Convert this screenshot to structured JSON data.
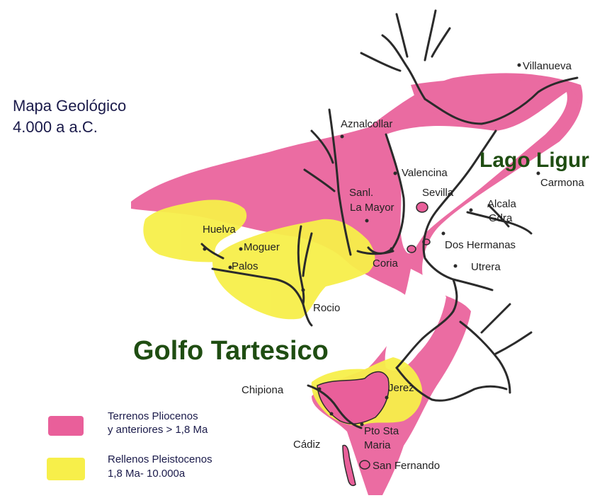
{
  "title": {
    "line1": "Mapa Geológico",
    "line2": "4.000 a a.C."
  },
  "water_bodies": {
    "lake": "Lago Ligur",
    "gulf": "Golfo Tartesico"
  },
  "places": {
    "villanueva": "Villanueva",
    "aznalcollar": "Aznalcollar",
    "valencina": "Valencina",
    "carmona": "Carmona",
    "sanlucar_1": "Sanl.",
    "sanlucar_2": "La Mayor",
    "sevilla": "Sevilla",
    "alcala_1": "Alcala",
    "alcala_2": "Gdra",
    "huelva": "Huelva",
    "moguer": "Moguer",
    "palos": "Palos",
    "dos_hermanas": "Dos Hermanas",
    "coria": "Coria",
    "utrera": "Utrera",
    "rocio": "Rocio",
    "chipiona": "Chipiona",
    "jerez": "Jerez",
    "cadiz": "Cádiz",
    "pto_sta_1": "Pto Sta",
    "pto_sta_2": "Maria",
    "san_fernando": "San Fernando"
  },
  "legend": {
    "pink_line1": "Terrenos Pliocenos",
    "pink_line2": "y anteriores > 1,8 Ma",
    "yellow_line1": "Rellenos Pleistocenos",
    "yellow_line2": "1,8 Ma- 10.000a"
  },
  "colors": {
    "pliocene": "#e95f9a",
    "pleistocene": "#f7ef4a",
    "river": "#2b2b2b",
    "title": "#1a1a4a",
    "water_label": "#1f4d12"
  }
}
